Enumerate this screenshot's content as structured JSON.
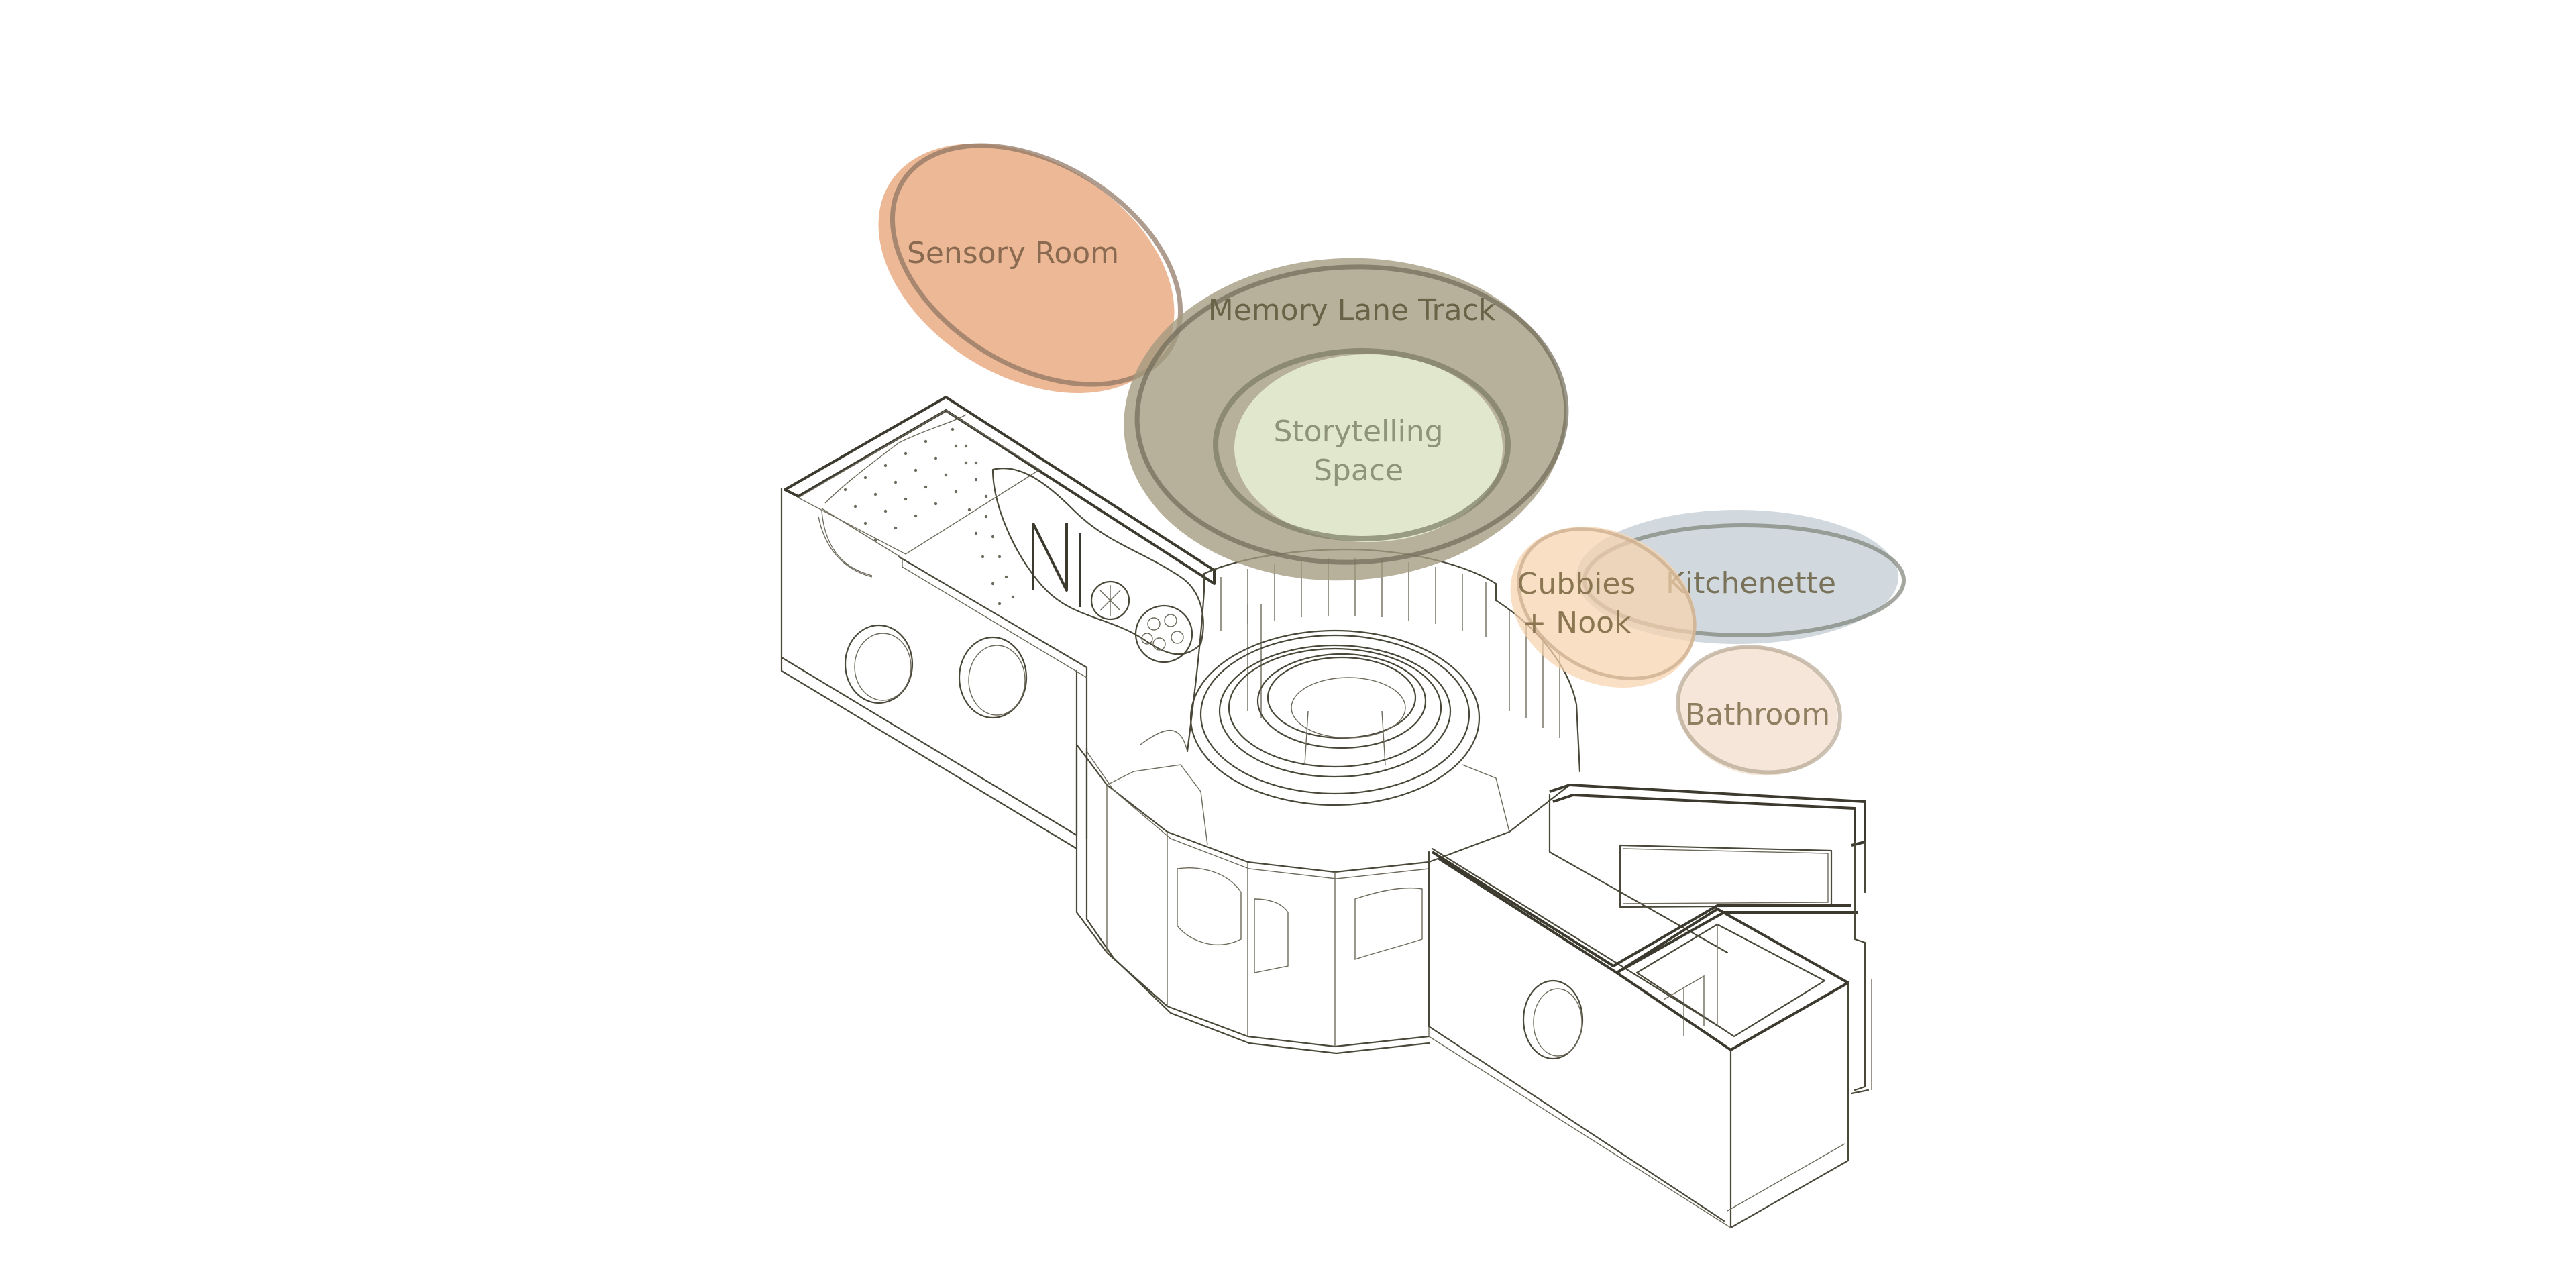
{
  "zones": [
    {
      "id": "sensory-room",
      "lines": [
        "Sensory Room"
      ],
      "fill": "#e8a87f",
      "stroke": "#8c7260",
      "text": "#8a6a50"
    },
    {
      "id": "memory-lane-track",
      "lines": [
        "Memory Lane Track"
      ],
      "fill": "#a39a7f",
      "stroke": "#6f6b58",
      "text": "#6b6347"
    },
    {
      "id": "storytelling-space",
      "lines": [
        "Storytelling",
        "Space"
      ],
      "fill": "#e3ead0",
      "stroke": "#7a7a62",
      "text": "#8f937a"
    },
    {
      "id": "cubbies-nook",
      "lines": [
        "Cubbies",
        "+ Nook"
      ],
      "fill": "#f6d2ad",
      "stroke": "#c9aa8a",
      "text": "#8a7650"
    },
    {
      "id": "kitchenette",
      "lines": [
        "Kitchenette"
      ],
      "fill": "#c6d0d6",
      "stroke": "#7d8178",
      "text": "#7a7258"
    },
    {
      "id": "bathroom",
      "lines": [
        "Bathroom"
      ],
      "fill": "#f3e2d2",
      "stroke": "#b7a692",
      "text": "#8f7f60"
    }
  ],
  "colors": {
    "linework": "#4a4838",
    "background": "#ffffff"
  }
}
